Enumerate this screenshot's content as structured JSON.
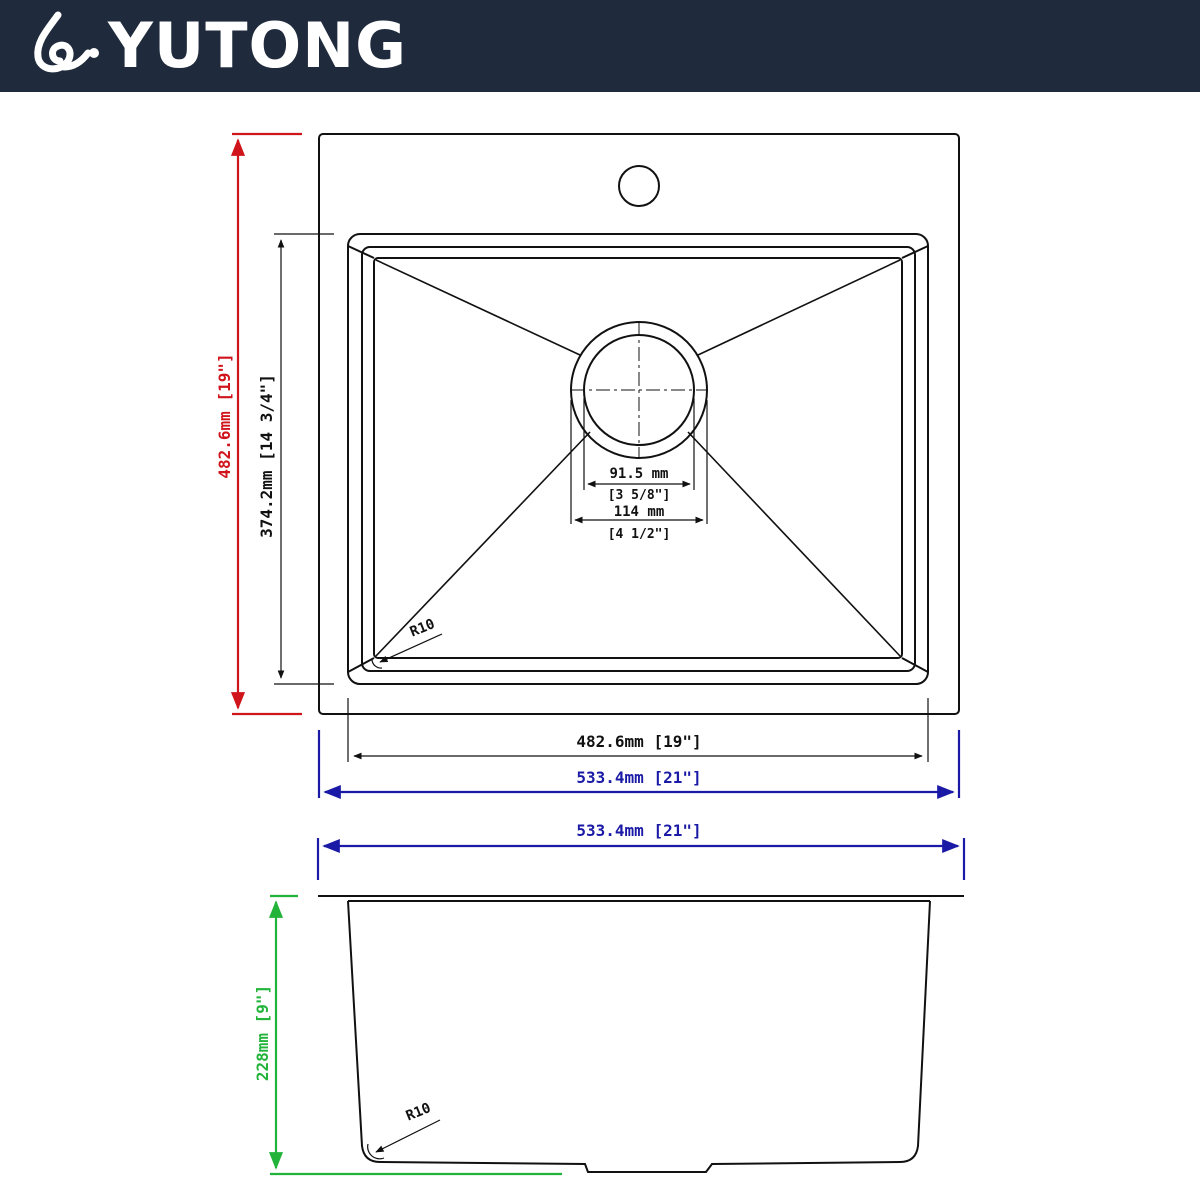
{
  "brand": {
    "name": "YUTONG",
    "logo_icon": "yutong-logo-icon"
  },
  "colors": {
    "header_bg": "#1f2a3c",
    "line": "#111111",
    "overall_height_dim": "#d0141b",
    "width_dim": "#1a1aa6",
    "depth_dim": "#22b33a"
  },
  "top_view": {
    "overall_height": "482.6mm [19\"]",
    "bowl_height": "374.2mm [14 3/4\"]",
    "drain_inner": "91.5 mm",
    "drain_inner_in": "[3 5/8\"]",
    "drain_outer": "114 mm",
    "drain_outer_in": "[4 1/2\"]",
    "corner_radius": "R10",
    "bowl_width": "482.6mm [19\"]",
    "overall_width": "533.4mm [21\"]"
  },
  "side_view": {
    "overall_width": "533.4mm [21\"]",
    "depth": "228mm [9\"]",
    "corner_radius": "R10"
  }
}
